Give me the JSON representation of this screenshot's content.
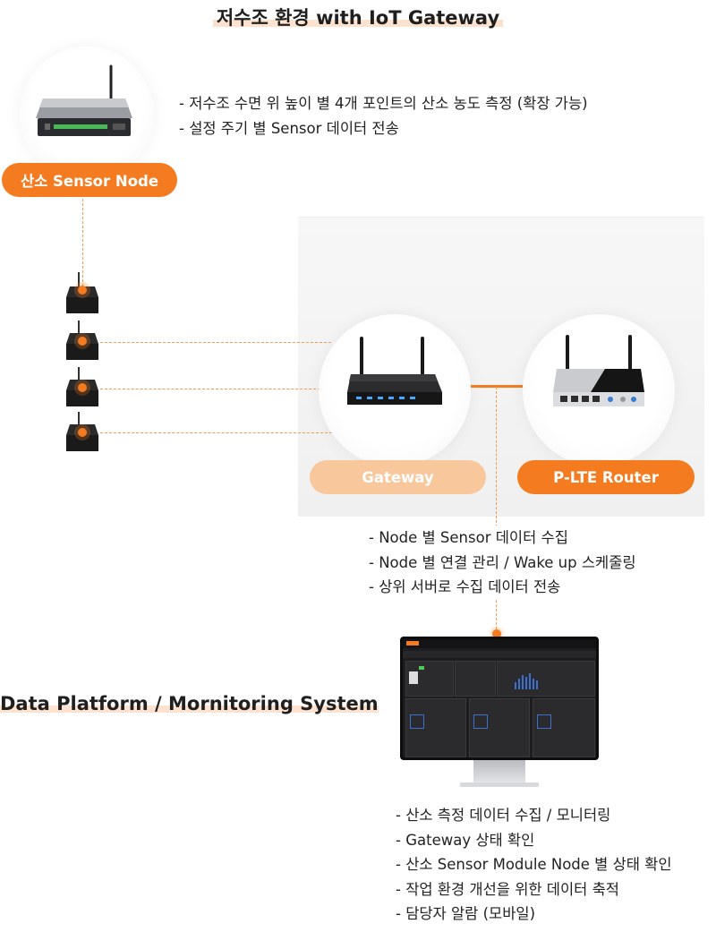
{
  "title": "저수조 환경 with IoT Gateway",
  "sensor_node": {
    "label": "산소 Sensor Node",
    "bullets": [
      "- 저수조 수면 위 높이 별 4개 포인트의 산소 농도 측정 (확장 가능)",
      "- 설정 주기 별 Sensor 데이터 전송"
    ]
  },
  "gateway": {
    "gateway_label": "Gateway",
    "router_label": "P-LTE Router",
    "bullets": [
      "- Node 별 Sensor 데이터 수집",
      "- Node 별 연결 관리 / Wake up 스케줄링",
      "- 상위 서버로 수집 데이터 전송"
    ]
  },
  "platform": {
    "title": "Data Platform / Mornitoring System",
    "bullets": [
      "- 산소 측정 데이터 수집 / 모니터링",
      "- Gateway 상태 확인",
      "- 산소 Sensor Module Node 별 상태 확인",
      "- 작업 환경 개선을 위한 데이터 축적",
      "- 담당자 알람 (모바일)"
    ]
  },
  "icons": [
    "sensor-node-device-icon",
    "sensor-probe-icon",
    "gateway-router-icon",
    "lte-router-icon",
    "monitor-icon"
  ],
  "colors": {
    "accent": "#f47b1f",
    "accent_light": "#f8c89c",
    "highlight": "#fde3cf"
  }
}
